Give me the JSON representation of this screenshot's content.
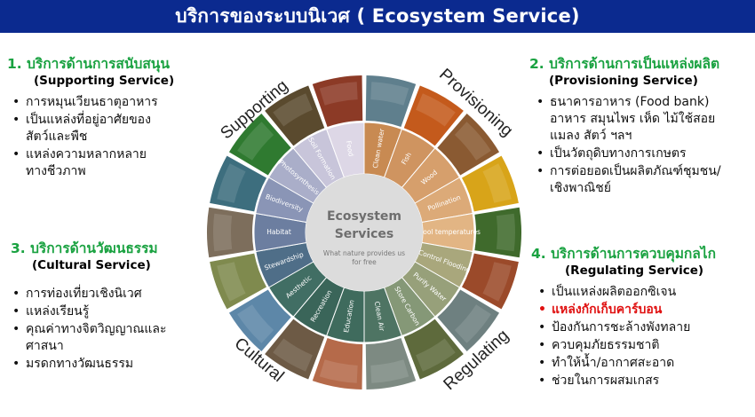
{
  "title": "บริการของระบบนิเวศ ( Ecosystem Service)",
  "sections": {
    "supporting": {
      "title": "1. บริการด้านการสนับสนุน",
      "subtitle": "(Supporting Service)",
      "items": [
        "การหมุนเวียนธาตุอาหาร",
        "เป็นแหล่งที่อยู่อาศัยของ\nสัตว์และพืช",
        "แหล่งความหลากหลาย\nทางชีวภาพ"
      ]
    },
    "cultural": {
      "title": "3. บริการด้านวัฒนธรรม",
      "subtitle": "(Cultural Service)",
      "items": [
        "การท่องเที่ยวเชิงนิเวศ",
        "แหล่งเรียนรู้",
        "คุณค่าทางจิตวิญญาณและ\nศาสนา",
        "มรดกทางวัฒนธรรม"
      ]
    },
    "provisioning": {
      "title": "2. บริการด้านการเป็นแหล่งผลิต",
      "subtitle": "(Provisioning Service)",
      "items": [
        "ธนาคารอาหาร (Food bank)\nอาหาร สมุนไพร เห็ด ไม้ใช้สอย\nแมลง สัตว์ ฯลฯ",
        "เป็นวัตถุดิบทางการเกษตร",
        "การต่อยอดเป็นผลิตภัณฑ์ชุมชน/\nเชิงพาณิชย์"
      ]
    },
    "regulating": {
      "title": "4. บริการด้านการควบคุมกลไก",
      "subtitle": "(Regulating Service)",
      "items": [
        "เป็นแหล่งผลิตออกซิเจน",
        "แหล่งกักเก็บคาร์บอน",
        "ป้องกันการชะล้างพังทลาย",
        "ควบคุมภัยธรรมชาติ",
        "ทำให้น้ำ/อากาศสะอาด",
        "ช่วยในการผสมเกสร"
      ],
      "highlight_index": 1,
      "highlight_color": "#e01010"
    }
  },
  "wheel": {
    "center_title_1": "Ecosystem",
    "center_title_2": "Services",
    "center_sub_1": "What nature provides us",
    "center_sub_2": "for free",
    "quadrants": {
      "supporting": "Supporting",
      "provisioning": "Provisioning",
      "regulating": "Regulating",
      "cultural": "Cultural"
    },
    "segments": [
      {
        "label": "Clean water",
        "color": "#c88a52"
      },
      {
        "label": "Fish",
        "color": "#cf9460"
      },
      {
        "label": "Wood",
        "color": "#d69f6c"
      },
      {
        "label": "Pollination",
        "color": "#dcaa78"
      },
      {
        "label": "Cool temperatures",
        "color": "#e2b584"
      },
      {
        "label": "Control Flooding",
        "color": "#a9a77c"
      },
      {
        "label": "Purify Water",
        "color": "#97a07a"
      },
      {
        "label": "Store Carbon",
        "color": "#859877"
      },
      {
        "label": "Clean Air",
        "color": "#4e7463"
      },
      {
        "label": "Education",
        "color": "#3f6b5d"
      },
      {
        "label": "Recreation",
        "color": "#3a6559"
      },
      {
        "label": "Aesthetic",
        "color": "#416e64"
      },
      {
        "label": "Stewardship",
        "color": "#4f6e88"
      },
      {
        "label": "Habitat",
        "color": "#6c7ea0"
      },
      {
        "label": "Biodiversity",
        "color": "#8a95b6"
      },
      {
        "label": "Photosynthesis",
        "color": "#aaaec9"
      },
      {
        "label": "Soil Formation",
        "color": "#c8c5da"
      },
      {
        "label": "Food",
        "color": "#ddd7e6"
      }
    ],
    "photos": [
      {
        "name": "waterfall-photo",
        "color": "#5f7f8d"
      },
      {
        "name": "fish-photo",
        "color": "#c45a1c"
      },
      {
        "name": "wood-logs-photo",
        "color": "#8a5a32"
      },
      {
        "name": "sunflower-photo",
        "color": "#d8a419"
      },
      {
        "name": "forest-photo",
        "color": "#3f6a2c"
      },
      {
        "name": "erosion-photo",
        "color": "#9b4a2a"
      },
      {
        "name": "stream-photo",
        "color": "#6e8080"
      },
      {
        "name": "tree-trunks-photo",
        "color": "#5e6a3c"
      },
      {
        "name": "misty-forest-photo",
        "color": "#7d8a82"
      },
      {
        "name": "children-photo",
        "color": "#b56a4a"
      },
      {
        "name": "hiker-photo",
        "color": "#6d5a45"
      },
      {
        "name": "mountain-lake-photo",
        "color": "#5d87a8"
      },
      {
        "name": "gardening-photo",
        "color": "#7f8a4e"
      },
      {
        "name": "owl-photo",
        "color": "#7d6e5c"
      },
      {
        "name": "kingfisher-photo",
        "color": "#3d6e7e"
      },
      {
        "name": "leaf-photo",
        "color": "#2f7a30"
      },
      {
        "name": "seedlings-photo",
        "color": "#5a4a2e"
      },
      {
        "name": "berries-photo",
        "color": "#8c3a26"
      }
    ]
  }
}
